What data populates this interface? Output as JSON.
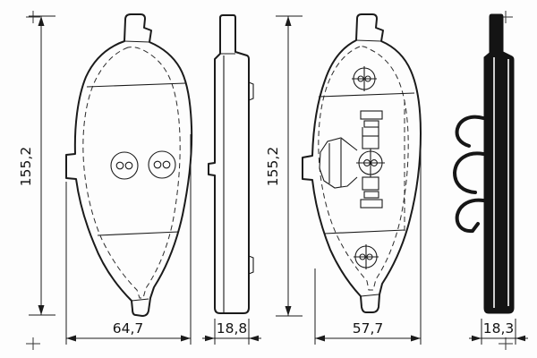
{
  "dims": {
    "pad1_height": "155,2",
    "pad1_width": "64,7",
    "pad1_thickness": "18,8",
    "pad2_height": "155,2",
    "pad2_width": "57,7",
    "pad2_thickness": "18,3"
  }
}
